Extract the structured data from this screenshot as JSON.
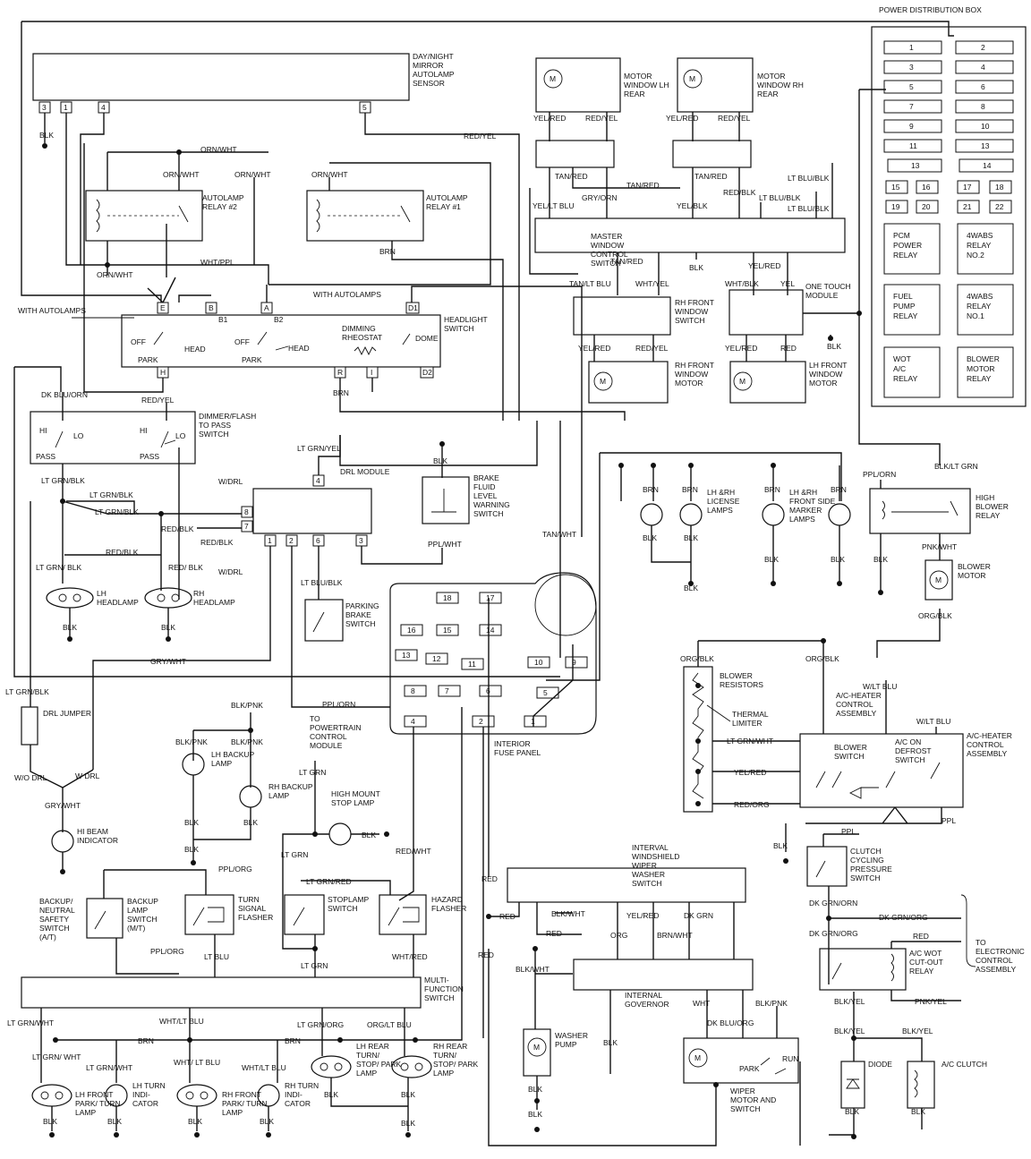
{
  "pdb": {
    "title": "POWER DISTRIBUTION BOX",
    "fuses": [
      "1",
      "2",
      "3",
      "4",
      "5",
      "6",
      "7",
      "8",
      "9",
      "10",
      "11",
      "13",
      "13",
      "14",
      "15",
      "16",
      "17",
      "18",
      "19",
      "20",
      "21",
      "22"
    ],
    "relays": [
      "PCM POWER RELAY",
      "4WABS RELAY NO.2",
      "FUEL PUMP RELAY",
      "4WABS RELAY NO.1",
      "WOT A/C RELAY",
      "BLOWER MOTOR RELAY"
    ]
  },
  "components": {
    "mirror": "DAY/NIGHT MIRROR AUTOLAMP SENSOR",
    "relay2": "AUTOLAMP RELAY #2",
    "relay1": "AUTOLAMP RELAY #1",
    "motor_lh_rear": "MOTOR WINDOW LH REAR",
    "motor_rh_rear": "MOTOR WINDOW RH REAR",
    "master": "MASTER WINDOW CONTROL SWITCH",
    "rh_front_sw": "RH FRONT WINDOW SWITCH",
    "one_touch": "ONE TOUCH MODULE",
    "rh_front_motor": "RH FRONT WINDOW MOTOR",
    "lh_front_motor": "LH FRONT WINDOW MOTOR",
    "headlight_sw": "HEADLIGHT SWITCH",
    "dimming": "DIMMING RHEOSTAT",
    "dimmer": "DIMMER/FLASH TO PASS SWITCH",
    "drl": "DRL MODULE",
    "brake_fluid": "BRAKE FLUID LEVEL WARNING SWITCH",
    "license": "LH &RH LICENSE LAMPS",
    "side_marker": "LH &RH FRONT SIDE MARKER LAMPS",
    "high_blower": "HIGH BLOWER RELAY",
    "blower_motor": "BLOWER MOTOR",
    "lh_headlamp": "LH HEADLAMP",
    "rh_headlamp": "RH HEADLAMP",
    "parking_brake": "PARKING BRAKE SWITCH",
    "fuse_panel": "INTERIOR FUSE PANEL",
    "blower_res": "BLOWER RESISTORS",
    "thermal": "THERMAL LIMITER",
    "ac_heater_ctrl": "A/C-HEATER CONTROL ASSEMBLY",
    "ac_heater_ctrl2": "A/C-HEATER CONTROL ASSEMBLY",
    "blower_sw": "BLOWER SWITCH",
    "defrost_sw": "A/C ON DEFROST SWITCH",
    "drl_jumper": "DRL JUMPER",
    "hi_beam": "HI BEAM INDICATOR",
    "lh_backup": "LH BACKUP LAMP",
    "rh_backup": "RH BACKUP LAMP",
    "to_pcm": "TO POWERTRAIN CONTROL MODULE",
    "hmsl": "HIGH MOUNT STOP LAMP",
    "wiper_sw": "INTERVAL WINDSHIELD WIPER WASHER SWITCH",
    "governor": "INTERNAL GOVERNOR",
    "clutch_cycling": "CLUTCH CYCLING PRESSURE SWITCH",
    "to_ecu": "TO ELECTRONIC CONTROL ASSEMBLY",
    "wot_cutout": "A/C WOT CUT-OUT RELAY",
    "backup_neutral": "BACKUP/ NEUTRAL SAFETY SWITCH (A/T)",
    "backup_mt": "BACKUP LAMP SWITCH (M/T)",
    "turn_flasher": "TURN SIGNAL FLASHER",
    "stoplamp": "STOPLAMP SWITCH",
    "hazard": "HAZARD FLASHER",
    "multi": "MULTI- FUNCTION SWITCH",
    "lh_front_park": "LH FRONT PARK/ TURN LAMP",
    "lh_turn_ind": "LH TURN INDI- CATOR",
    "rh_front_park": "RH FRONT PARK/ TURN LAMP",
    "rh_turn_ind": "RH TURN INDI- CATOR",
    "lh_rear_turn": "LH REAR TURN/ STOP/ PARK LAMP",
    "rh_rear_turn": "RH REAR TURN/ STOP/ PARK LAMP",
    "washer": "WASHER PUMP",
    "wiper_motor": "WIPER MOTOR AND SWITCH",
    "diode": "DIODE",
    "ac_clutch": "A/C CLUTCH"
  },
  "terms": {
    "with_autolamps_l": "WITH AUTOLAMPS",
    "with_autolamps_r": "WITH AUTOLAMPS",
    "off": "OFF",
    "park": "PARK",
    "head": "HEAD",
    "dome": "DOME",
    "hi": "HI",
    "lo": "LO",
    "pass": "PASS",
    "w_drl": "W/DRL",
    "wo_drl": "W/O DRL",
    "w_drl2": "W DRL",
    "park2": "PARK",
    "run": "RUN"
  },
  "pins": {
    "m3": "3",
    "m1": "1",
    "m4": "4",
    "m5": "5",
    "hsE": "E",
    "hsB": "B",
    "hsB1": "B1",
    "hsA": "A",
    "hsB2": "B2",
    "hsD1": "D1",
    "hsD2": "D2",
    "hsH": "H",
    "hsR": "R",
    "hsI": "I",
    "d4": "4",
    "d8": "8",
    "d7": "7",
    "d1": "1",
    "d2": "2",
    "d6": "6",
    "d3": "3",
    "ip18": "18",
    "ip17": "17",
    "ip16": "16",
    "ip15": "15",
    "ip14": "14",
    "ip13": "13",
    "ip12": "12",
    "ip11": "11",
    "ip10": "10",
    "ip9": "9",
    "ip8": "8",
    "ip7": "7",
    "ip6": "6",
    "ip5": "5",
    "ip4": "4",
    "ip2": "2",
    "ip1": "1"
  },
  "wires": {
    "blk": "BLK",
    "red_yel": "RED/YEL",
    "orn_wht": "ORN/WHT",
    "wht_ppl": "WHT/PPL",
    "brn": "BRN",
    "yel_red": "YEL/RED",
    "red_yel2": "RED/YEL",
    "tan_red": "TAN/RED",
    "gry_orn": "GRY/ORN",
    "yel_lt_blu": "YEL/LT BLU",
    "yel_blk": "YEL/BLK",
    "red_blk": "RED/BLK",
    "lt_blu_blk": "LT BLU/BLK",
    "tan_lt_blu": "TAN/LT BLU",
    "wht_yel": "WHT/YEL",
    "wht_blk": "WHT/BLK",
    "yel": "YEL",
    "red": "RED",
    "dk_blu_orn": "DK BLU/ORN",
    "lt_grn_blk": "LT GRN/BLK",
    "lt_grn_yel": "LT GRN/YEL",
    "ppl_wht": "PPL/WHT",
    "tan_wht": "TAN/WHT",
    "ppl_orn": "PPL/ORN",
    "lt_grn_wht": "LT GRN/WHT",
    "blk_lt_grn": "BLK/LT GRN",
    "pnk_wht": "PNK/WHT",
    "org_blk": "ORG/BLK",
    "w_lt_blu": "W/LT BLU",
    "red_org": "RED/ORG",
    "ppl": "PPL",
    "gry_wht": "GRY/WHT",
    "blk_pnk": "BLK/PNK",
    "lt_grn": "LT GRN",
    "red_wht": "RED/WHT",
    "lt_grn_red": "LT GRN/RED",
    "ppl_org": "PPL/ORG",
    "lt_blu": "LT BLU",
    "wht_red": "WHT/RED",
    "wht_lt_blu": "WHT/LT BLU",
    "wht_lt_blu2": "WHT/ LT BLU",
    "lt_grn_org": "LT GRN/ORG",
    "org_lt_blu": "ORG/LT BLU",
    "blk_wht": "BLK/WHT",
    "org": "ORG",
    "brn_wht": "BRN/WHT",
    "dk_grn": "DK GRN",
    "wht": "WHT",
    "dk_blu_org": "DK BLU/ORG",
    "dk_grn_orn": "DK GRN/ORN",
    "dk_grn_org": "DK GRN/ORG",
    "pnk_yel": "PNK/YEL",
    "blk_yel": "BLK/YEL",
    "lt_grn_wht2": "LT GRN/ WHT",
    "lt_grn_blk2": "LT GRN/ BLK",
    "red_blk2": "RED/ BLK"
  }
}
